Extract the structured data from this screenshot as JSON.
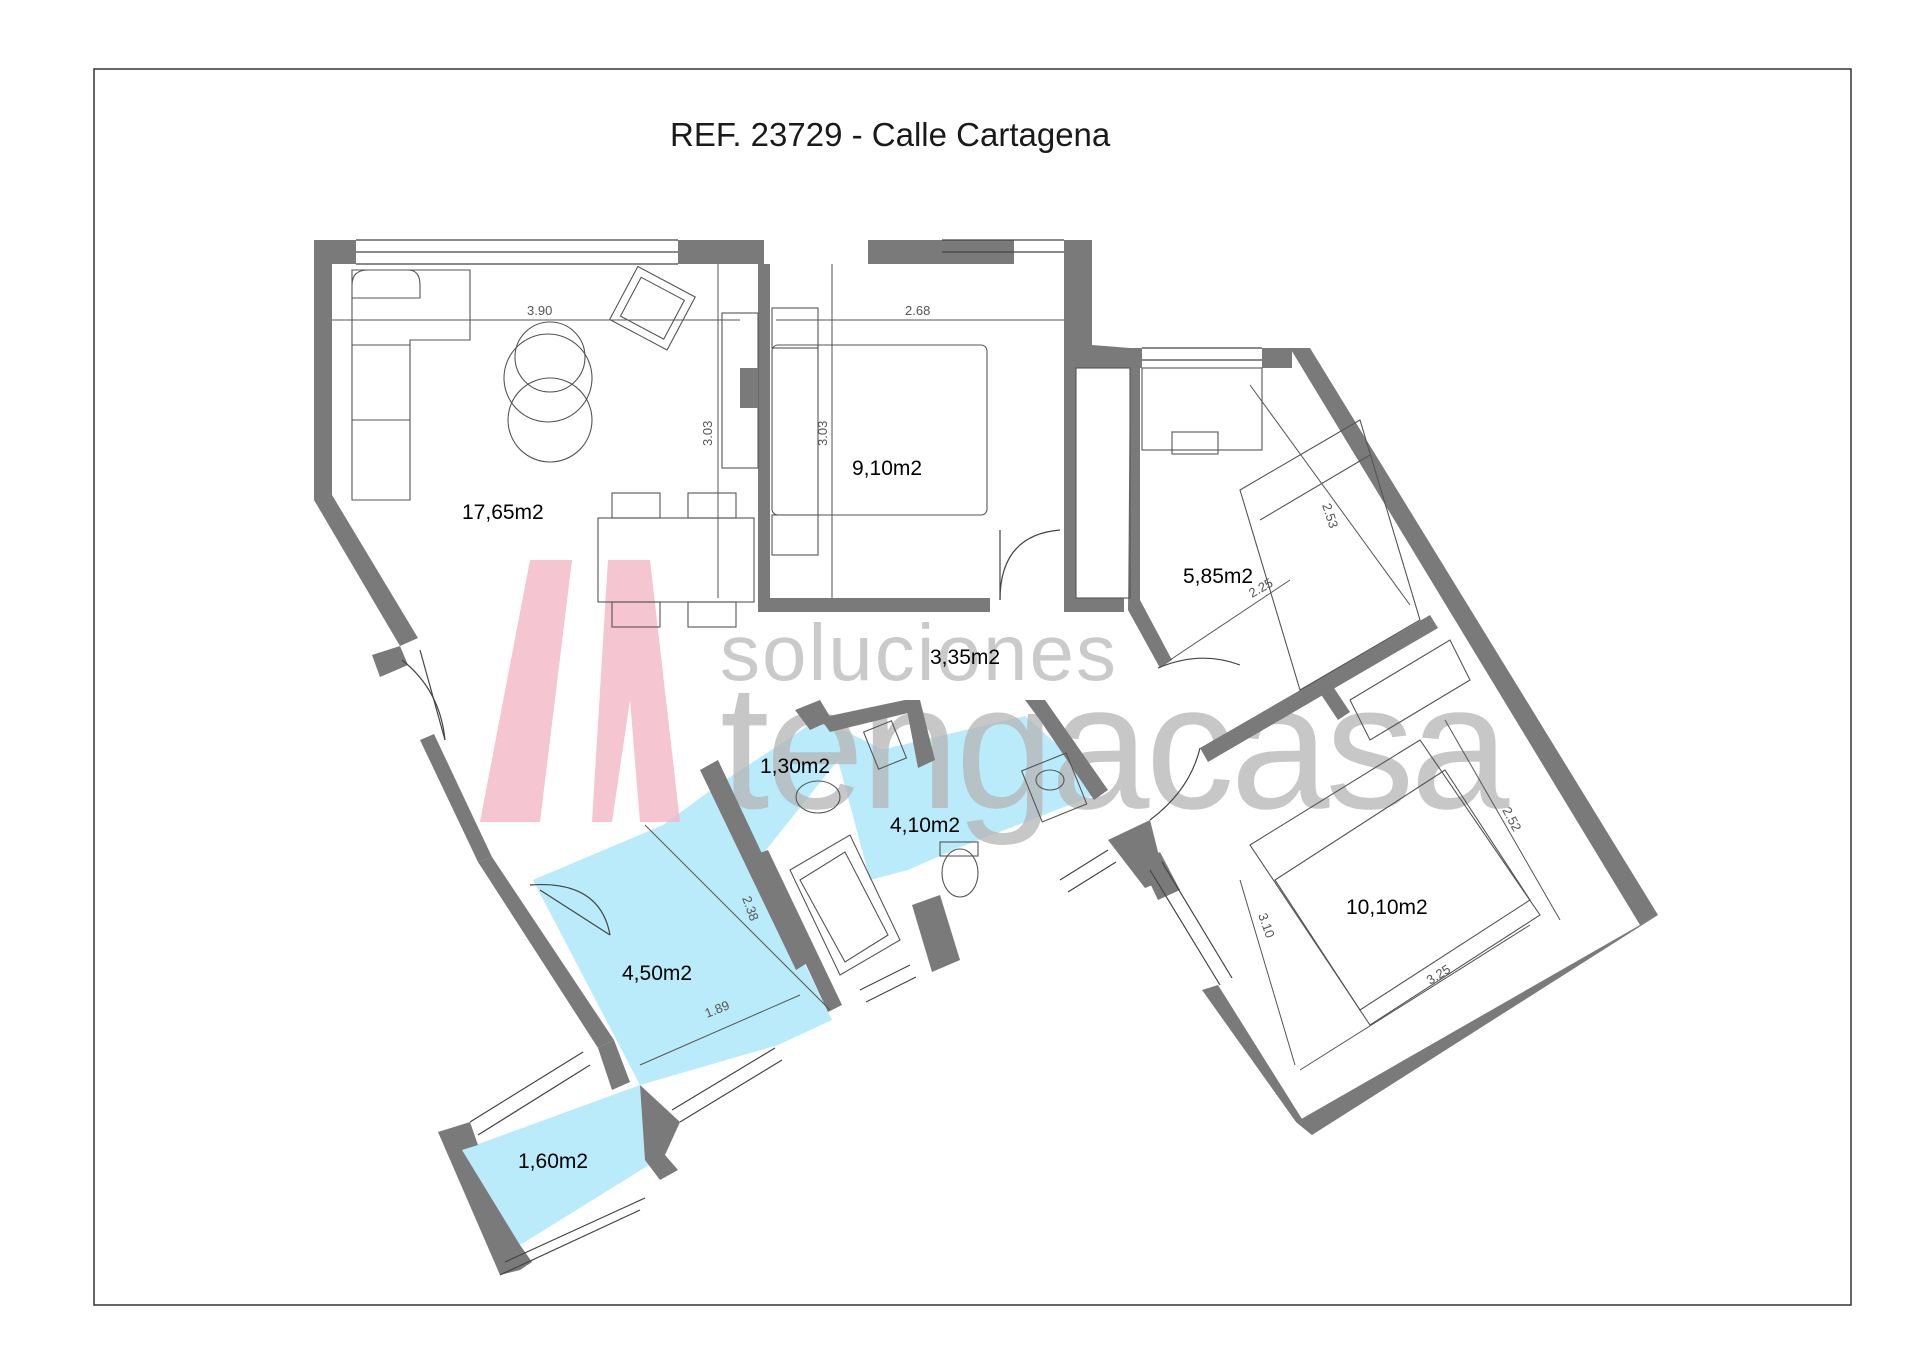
{
  "title": "REF. 23729 - Calle Cartagena",
  "watermark": {
    "line1": "soluciones",
    "line2": "tengacasa",
    "logo_color": "#f3b6c6",
    "text_color": "#b5b5b5"
  },
  "colors": {
    "wet_rooms_fill": "#b9ebfb",
    "walls": "#7a7a7a",
    "frame": "#333333"
  },
  "rooms": [
    {
      "id": "salon",
      "area": "17,65m2"
    },
    {
      "id": "bedroom-1",
      "area": "9,10m2"
    },
    {
      "id": "bedroom-2",
      "area": "5,85m2"
    },
    {
      "id": "hall",
      "area": "3,35m2"
    },
    {
      "id": "wc",
      "area": "1,30m2"
    },
    {
      "id": "bathroom",
      "area": "4,10m2"
    },
    {
      "id": "kitchen",
      "area": "4,50m2"
    },
    {
      "id": "laundry",
      "area": "1,60m2"
    },
    {
      "id": "bedroom-3",
      "area": "10,10m2"
    }
  ],
  "dimensions": {
    "salon_width": "3.90",
    "salon_depth": "3.03",
    "bedroom1_width": "2.68",
    "bedroom1_depth": "3.03",
    "bedroom2_length": "2.53",
    "bedroom2_width": "2.25",
    "kitchen_length": "2.38",
    "kitchen_width": "1.89",
    "bedroom3_side": "2.52",
    "bedroom3_length": "3.10",
    "bedroom3_width": "3.25"
  }
}
